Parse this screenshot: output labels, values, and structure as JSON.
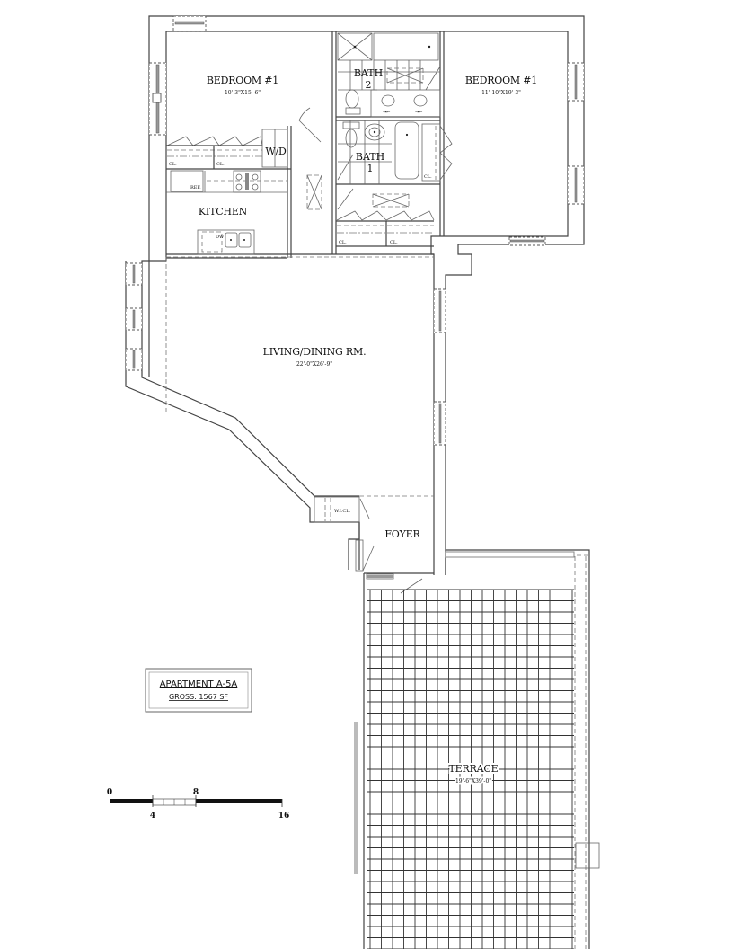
{
  "plan": {
    "rooms": {
      "bedroom_left": {
        "name": "BEDROOM #1",
        "dims": "10'-3\"X15'-6\""
      },
      "bedroom_right": {
        "name": "BEDROOM #1",
        "dims": "11'-10\"X19'-3\""
      },
      "bath2": {
        "name": "BATH",
        "number": "2"
      },
      "bath1": {
        "name": "BATH",
        "number": "1"
      },
      "washer_dryer": {
        "name": "W/D"
      },
      "kitchen": {
        "name": "KITCHEN"
      },
      "living": {
        "name": "LIVING/DINING RM.",
        "dims": "22'-0\"X26'-9\""
      },
      "foyer": {
        "name": "FOYER"
      },
      "wic": {
        "name": "W.I.CL."
      },
      "terrace": {
        "name": "TERRACE",
        "dims": "19'-6\"X39'-0\""
      }
    },
    "fixtures": {
      "closet": "CL.",
      "refrigerator": "REF.",
      "dishwasher": "DW"
    },
    "label_box": {
      "title": "APARTMENT A-5A",
      "gross": "GROSS: 1567 SF"
    },
    "scale_bar": {
      "ticks": [
        "0",
        "4",
        "8",
        "16"
      ],
      "unit": "feet"
    }
  }
}
